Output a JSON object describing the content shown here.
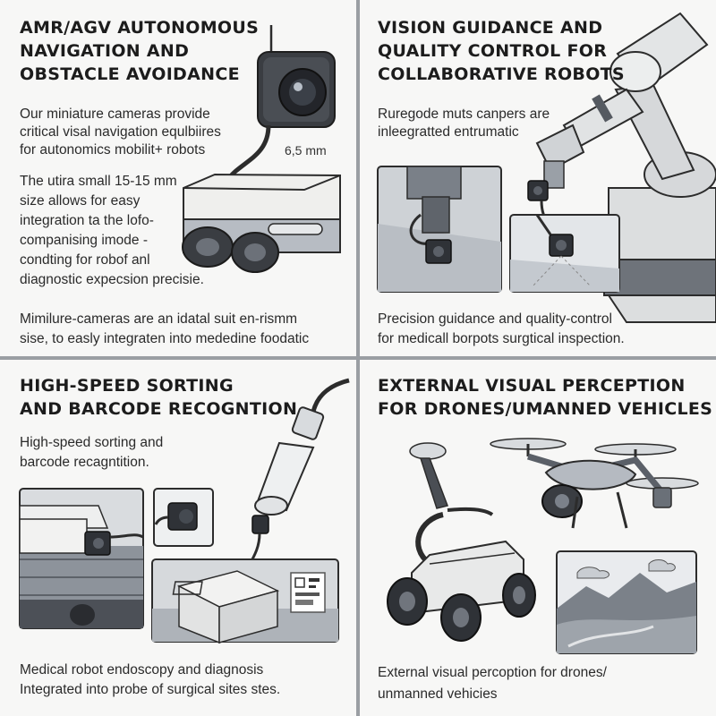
{
  "panels": [
    {
      "title": [
        "AMR/AGV AUTONOMOUS",
        "NAVIGATION AND",
        "OBSTACLE AVOIDANCE"
      ],
      "text1": [
        "Our miniature cameras provide",
        "critical visal navigation equlbiires",
        "for autonomics mobilit+ robots"
      ],
      "dimension": "6,5 mm",
      "text2": [
        "The utira small 15-15 mm",
        "size allows for easy",
        "integration ta the lofo-",
        "companising imode -",
        "condting for robof anl",
        "diagnostic expecsion precisie."
      ],
      "footer": [
        "Mimilure-cameras are an idatal suit en-rismm",
        "sise, to easly integraten into mededine foodatic"
      ]
    },
    {
      "title": [
        "VISION GUIDANCE AND",
        "QUALITY CONTROL FOR",
        "COLLABORATIVE ROBOTS"
      ],
      "text1": [
        "Ruregode muts canpers are",
        "inleegratted entrumatic"
      ],
      "footer": [
        "Precision guidance and quality-control",
        "for medicall borpots surgtical inspection."
      ]
    },
    {
      "title": [
        "HIGH-SPEED SORTING",
        "AND BARCODE RECOGNTION"
      ],
      "text1": [
        "High-speed sorting and",
        "barcode recagntition."
      ],
      "footer": [
        "Medical robot endoscopy and diagnosis",
        "Integrated into probe of surgical sites stes."
      ]
    },
    {
      "title": [
        "EXTERNAL VISUAL PERCEPTION",
        "FOR DRONES/UMANNED VEHICLES"
      ],
      "footer": [
        "External visual percoption for drones/",
        "unmanned vehicies"
      ]
    }
  ],
  "colors": {
    "accent": "#5c6570",
    "line": "#2c2c2c",
    "fill_light": "#e8e8e6",
    "fill_mid": "#c9ccd0",
    "fill_dark": "#6e737a"
  }
}
